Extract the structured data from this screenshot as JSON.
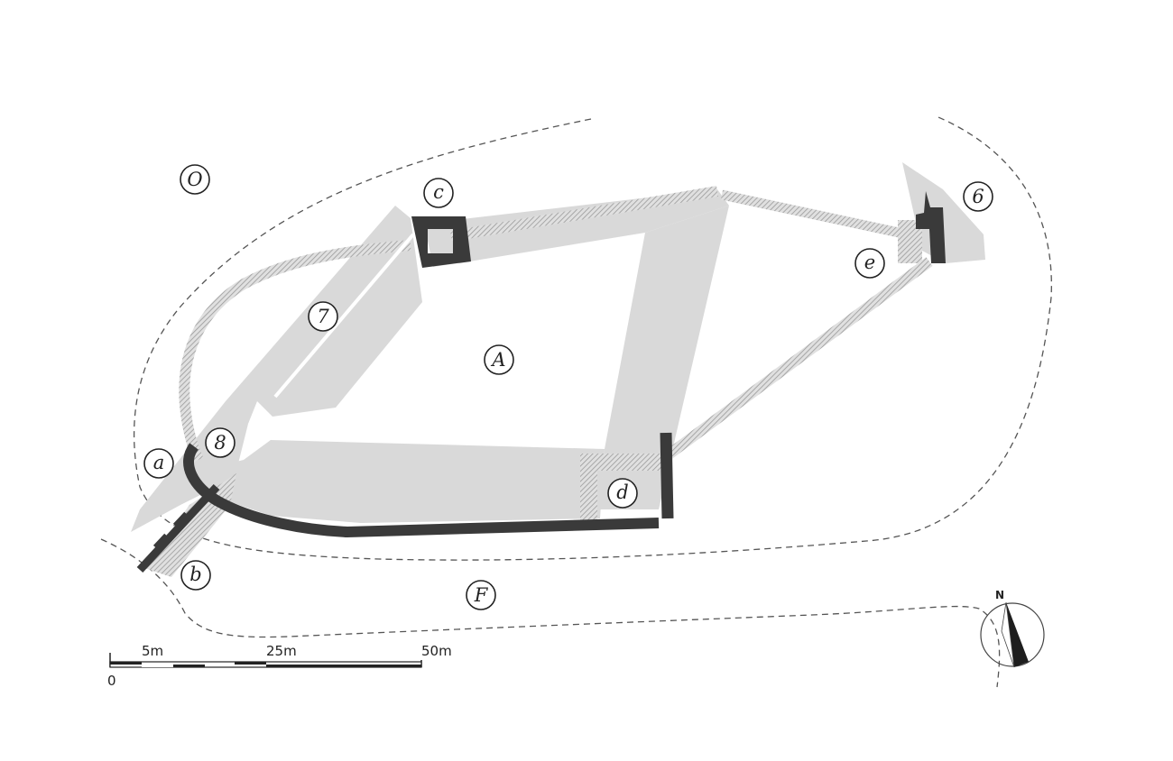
{
  "site_labels": [
    {
      "id": "O",
      "text": "O"
    },
    {
      "id": "c",
      "text": "c"
    },
    {
      "id": "6",
      "text": "6"
    },
    {
      "id": "e",
      "text": "e"
    },
    {
      "id": "7",
      "text": "7"
    },
    {
      "id": "A",
      "text": "A"
    },
    {
      "id": "8",
      "text": "8"
    },
    {
      "id": "a",
      "text": "a"
    },
    {
      "id": "d",
      "text": "d"
    },
    {
      "id": "b",
      "text": "b"
    },
    {
      "id": "F",
      "text": "F"
    }
  ],
  "scale_bar": {
    "label_0": "0",
    "label_5": "5m",
    "label_25": "25m",
    "label_50": "50m"
  },
  "north_arrow": {
    "label": "N"
  },
  "colors": {
    "wall_dark": "#3a3a3a",
    "area_light": "#d9d9d9",
    "wall_hatched": "#c4c4c4",
    "boundary_dash": "#555555"
  }
}
